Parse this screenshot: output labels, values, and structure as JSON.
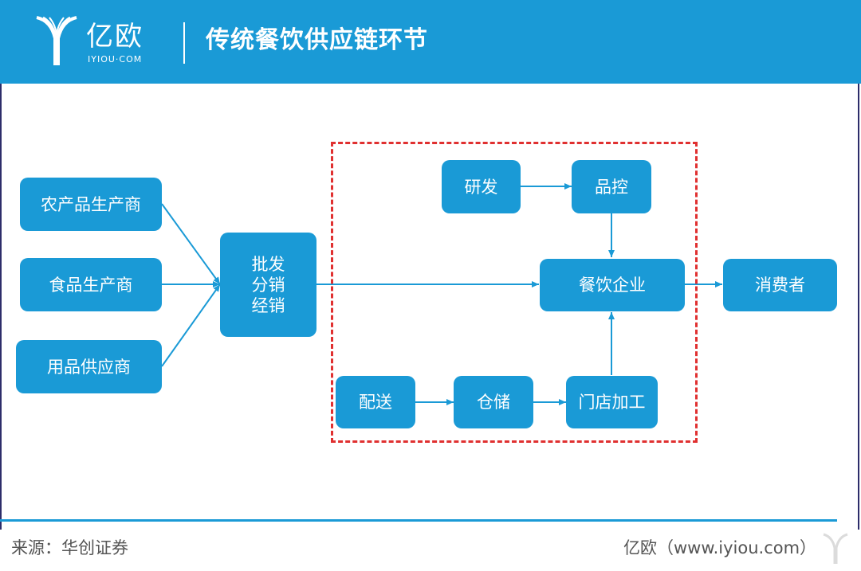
{
  "header": {
    "logo_name": "亿欧",
    "logo_url": "IYIOU·COM",
    "title": "传统餐饮供应链环节",
    "background": "#1a9ad6"
  },
  "nodes": {
    "farm_producer": "农产品生产商",
    "food_producer": "食品生产商",
    "supplies_vendor": "用品供应商",
    "wholesale": [
      "批发",
      "分销",
      "经销"
    ],
    "rnd": "研发",
    "quality_control": "品控",
    "restaurant": "餐饮企业",
    "consumer": "消费者",
    "delivery": "配送",
    "warehouse": "仓储",
    "store_processing": "门店加工"
  },
  "colors": {
    "node_fill": "#1a9ad6",
    "highlight_border": "#e03030",
    "arrow": "#1a9ad6"
  },
  "footer": {
    "source": "来源：华创证券",
    "credit": "亿欧（www.iyiou.com）"
  }
}
